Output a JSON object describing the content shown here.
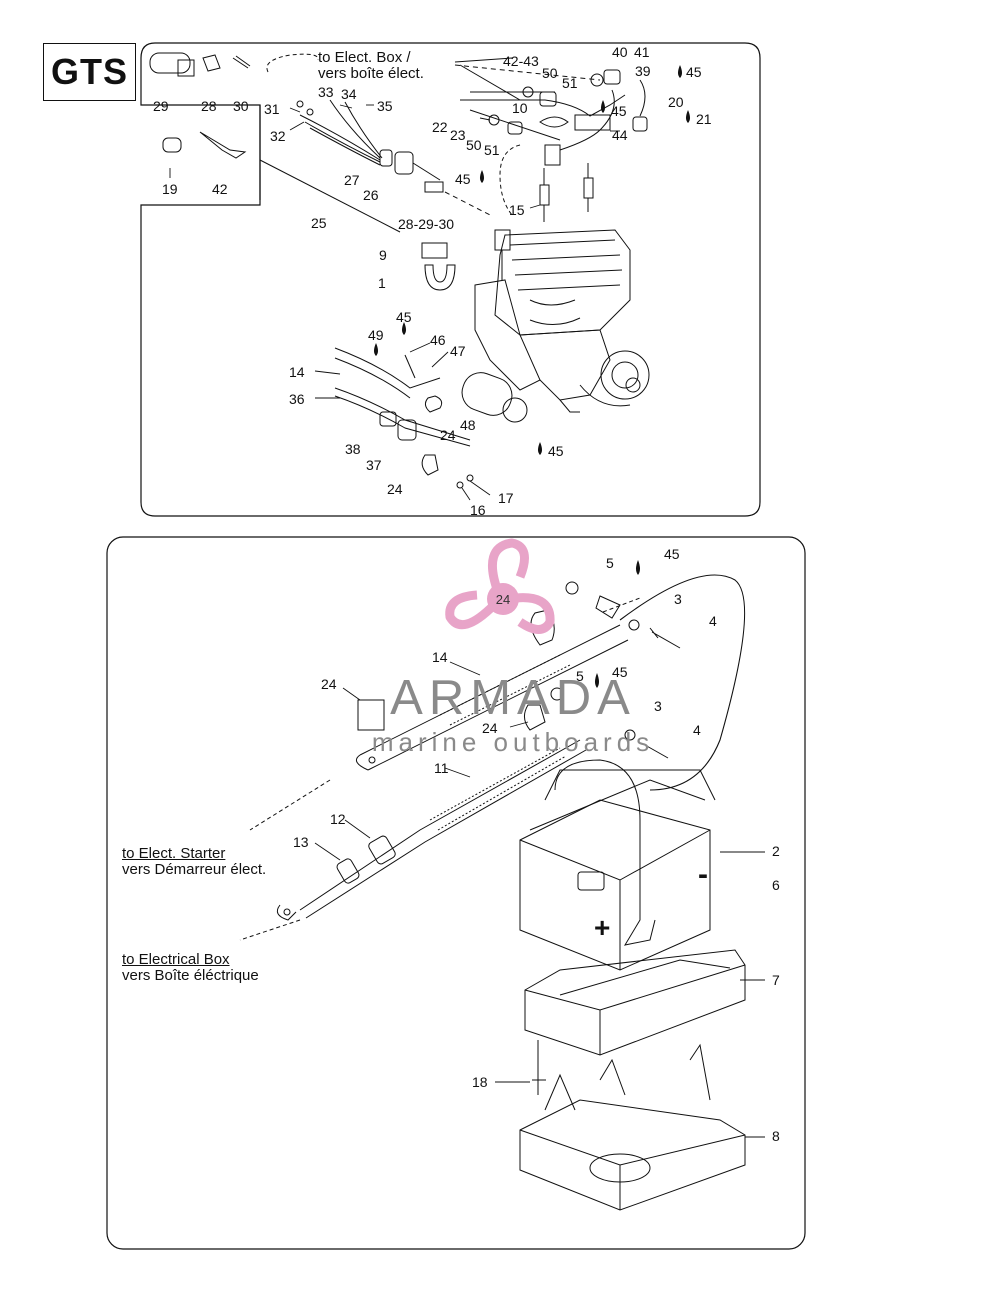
{
  "model_badge": "GTS",
  "notes": {
    "top_to_box_en": "to Elect. Box /",
    "top_to_box_fr": "vers boîte élect.",
    "starter_en": "to Elect. Starter",
    "starter_fr": "vers Démarreur élect.",
    "box_en": "to Electrical Box",
    "box_fr": "vers Boîte éléctrique"
  },
  "watermark": {
    "brand": "ARMADA",
    "tagline": "marine outboards",
    "logo_number": "24"
  },
  "colors": {
    "line": "#111111",
    "watermark_pink": "#e8a4c8",
    "watermark_gray": "#8a8a8a"
  },
  "polarity": {
    "minus": "-",
    "plus": "+"
  },
  "callouts_top": {
    "c29": "29",
    "c28": "28",
    "c30": "30",
    "c19": "19",
    "c42a": "42",
    "c31": "31",
    "c32": "32",
    "c33": "33",
    "c34": "34",
    "c35": "35",
    "c27": "27",
    "c26": "26",
    "c25": "25",
    "c28_29_30": "28-29-30",
    "c9": "9",
    "c1": "1",
    "c42_43": "42-43",
    "c50a": "50",
    "c51a": "51",
    "c10": "10",
    "c22": "22",
    "c23": "23",
    "c50b": "50",
    "c51b": "51",
    "c40": "40",
    "c41": "41",
    "c39": "39",
    "c45a": "45",
    "c20": "20",
    "c21": "21",
    "c45b": "45",
    "c44": "44",
    "c45c": "45",
    "c15": "15",
    "c49": "49",
    "c45d": "45",
    "c46": "46",
    "c47": "47",
    "c14": "14",
    "c36": "36",
    "c24a": "24",
    "c48": "48",
    "c45e": "45",
    "c38": "38",
    "c37": "37",
    "c24b": "24",
    "c17": "17",
    "c16": "16"
  },
  "callouts_bottom": {
    "c5a": "5",
    "c45a": "45",
    "c3a": "3",
    "c4a": "4",
    "c14": "14",
    "c24a": "24",
    "c5b": "5",
    "c45b": "45",
    "c24b": "24",
    "c3b": "3",
    "c4b": "4",
    "c11": "11",
    "c12": "12",
    "c13": "13",
    "c2": "2",
    "c6": "6",
    "c7": "7",
    "c18": "18",
    "c8": "8"
  }
}
